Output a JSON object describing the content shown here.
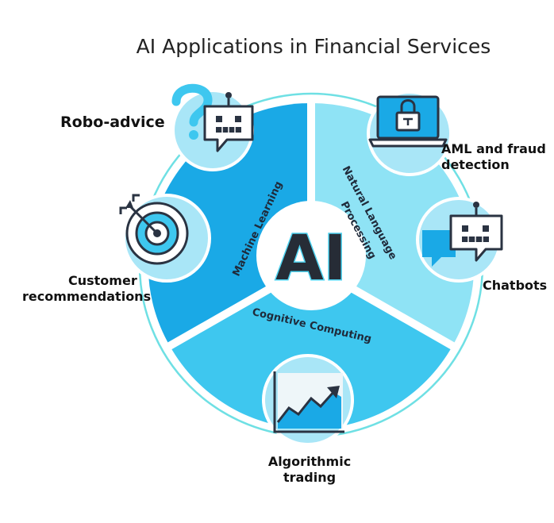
{
  "title": "AI Applications in Financial Services",
  "center_label": "AI",
  "segments": {
    "machine_learning": "Machine Learning",
    "nlp_line1": "Natural Language",
    "nlp_line2": "Processing",
    "cognitive": "Cognitive Computing"
  },
  "applications": {
    "robo_advice": "Robo-advice",
    "aml_line1": "AML and fraud",
    "aml_line2": "detection",
    "chatbots": "Chatbots",
    "customer_line1": "Customer",
    "customer_line2": "recommendations",
    "algo_line1": "Algorithmic",
    "algo_line2": "trading"
  },
  "colors": {
    "ml_segment": "#1aa9e6",
    "nlp_segment": "#8fe3f5",
    "cog_segment": "#3ec7ef",
    "outline": "#6fe0e4",
    "bubble": "#a9e6f7",
    "dark": "#2a3342",
    "center_text": "#262c36"
  }
}
